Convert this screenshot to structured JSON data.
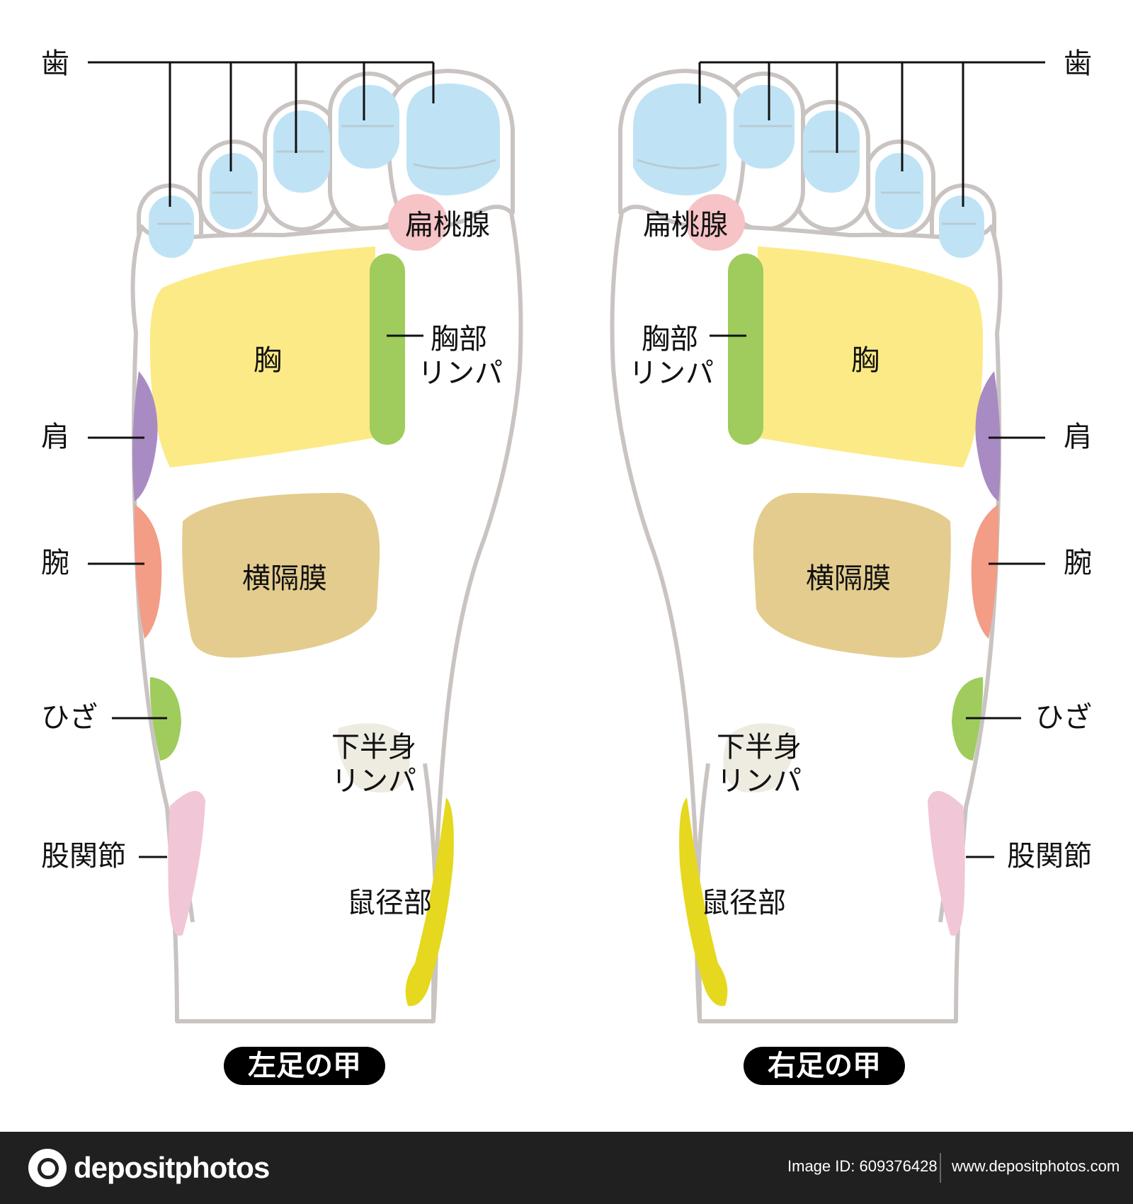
{
  "left_foot": {
    "title": "左足の甲",
    "labels": {
      "teeth": "歯",
      "tonsils": "扁桃腺",
      "chest": "胸",
      "chest_lymph_line1": "胸部",
      "chest_lymph_line2": "リンパ",
      "shoulder": "肩",
      "diaphragm": "横隔膜",
      "arm": "腕",
      "knee": "ひざ",
      "lower_lymph_line1": "下半身",
      "lower_lymph_line2": "リンパ",
      "hip": "股関節",
      "groin": "鼠径部"
    }
  },
  "right_foot": {
    "title": "右足の甲",
    "labels": {
      "teeth": "歯",
      "tonsils": "扁桃腺",
      "chest": "胸",
      "chest_lymph_line1": "胸部",
      "chest_lymph_line2": "リンパ",
      "shoulder": "肩",
      "diaphragm": "横隔膜",
      "arm": "腕",
      "knee": "ひざ",
      "lower_lymph_line1": "下半身",
      "lower_lymph_line2": "リンパ",
      "hip": "股関節",
      "groin": "鼠径部"
    }
  },
  "colors": {
    "teeth": "#bfe3f5",
    "tonsils": "#f6c3c6",
    "chest": "#fcea86",
    "chest_lymph": "#9fcc5c",
    "shoulder": "#a98bc3",
    "arm": "#f39c86",
    "diaphragm": "#e3cc8e",
    "knee": "#9fcc5c",
    "lower_lymph": "#eeebe1",
    "hip": "#f1c6d6",
    "groin": "#e5d81f",
    "outline": "#c9c4c1"
  },
  "footer": {
    "brand": "depositphotos",
    "image_id": "Image ID: 609376428",
    "site": "www.depositphotos.com"
  }
}
